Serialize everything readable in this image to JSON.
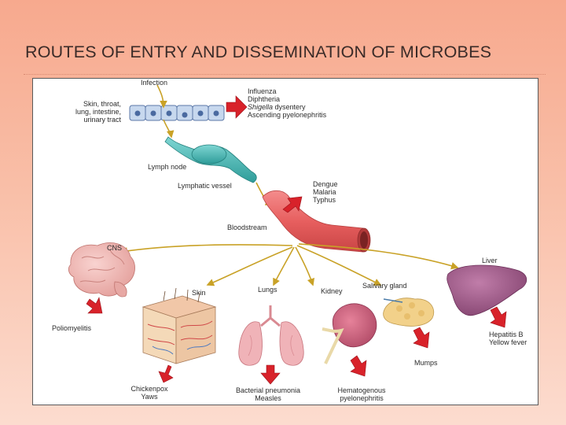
{
  "slide": {
    "title": "ROUTES OF ENTRY AND DISSEMINATION OF MICROBES"
  },
  "diagram": {
    "entry": {
      "infection": "Infection",
      "sites": [
        "Skin, throat,",
        "lung, intestine,",
        "urinary tract"
      ]
    },
    "local_diseases": {
      "items": [
        "Influenza",
        "Diphtheria",
        "Shigella",
        " dysentery",
        "Ascending pyelonephritis"
      ]
    },
    "lymph_node": "Lymph node",
    "lymphatic_vessel": "Lymphatic vessel",
    "blood_diseases": {
      "items": [
        "Dengue",
        "Malaria",
        "Typhus"
      ]
    },
    "bloodstream": "Bloodstream",
    "organs": {
      "cns": "CNS",
      "skin": "Skin",
      "lungs": "Lungs",
      "kidney": "Kidney",
      "salivary_gland": "Salivary gland",
      "liver": "Liver"
    },
    "outcomes": {
      "cns": [
        "Poliomyelitis"
      ],
      "skin": [
        "Chickenpox",
        "Yaws"
      ],
      "lungs": [
        "Bacterial pneumonia",
        "Measles"
      ],
      "kidney": [
        "Hematogenous",
        "pyelonephritis"
      ],
      "salivary": [
        "Mumps"
      ],
      "liver": [
        "Hepatitis B",
        "Yellow fever"
      ]
    },
    "colors": {
      "arrow_red": "#d8222a",
      "pointer_gold": "#c9a227",
      "lymph_teal": "#3fb3b0",
      "vessel_red": "#ef6b6b",
      "organ_pink": "#e79aa0",
      "liver_purple": "#9a5a86",
      "gland_cream": "#f2d18a"
    }
  }
}
